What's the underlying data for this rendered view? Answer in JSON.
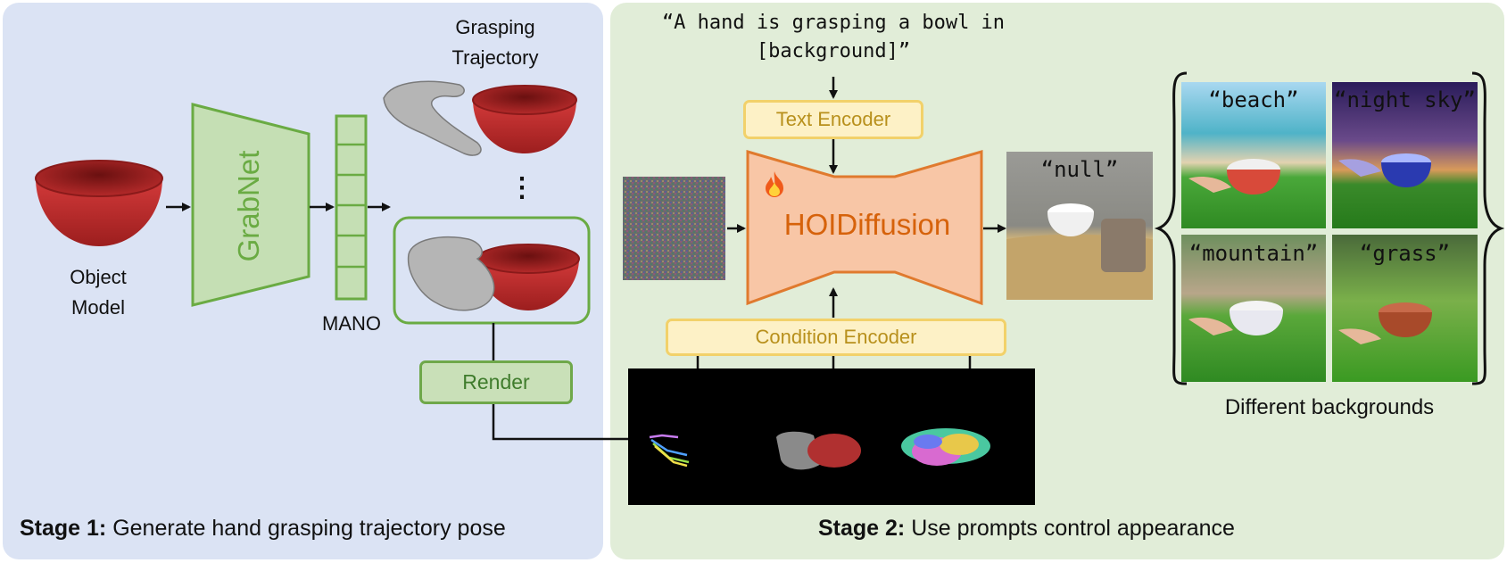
{
  "stage1": {
    "label_bold": "Stage 1:",
    "label_text": " Generate hand grasping trajectory pose",
    "object_model_line1": "Object",
    "object_model_line2": "Model",
    "grabnet": "GrabNet",
    "mano": "MANO",
    "trajectory_line1": "Grasping",
    "trajectory_line2": "Trajectory",
    "ellipsis": "⋮",
    "render": "Render"
  },
  "stage2": {
    "label_bold": "Stage 2:",
    "label_text": " Use prompts control appearance",
    "prompt_line1": "“A hand is grasping a bowl in",
    "prompt_line2": "[background]”",
    "text_encoder": "Text Encoder",
    "condition_encoder": "Condition Encoder",
    "model": "HOIDiffusion",
    "fire_icon": "fire-icon",
    "null_output": "“null”",
    "backgrounds": [
      "“beach”",
      "“night sky”",
      "“mountain”",
      "“grass”"
    ],
    "backgrounds_caption": "Different backgrounds"
  },
  "colors": {
    "stage1_bg": "#dbe3f4",
    "stage2_bg": "#e1edd8",
    "grabnet_green": "#6aab43",
    "hoidiffusion_orange": "#f8c6a6",
    "encoder_yellow": "#fdf1c6"
  }
}
